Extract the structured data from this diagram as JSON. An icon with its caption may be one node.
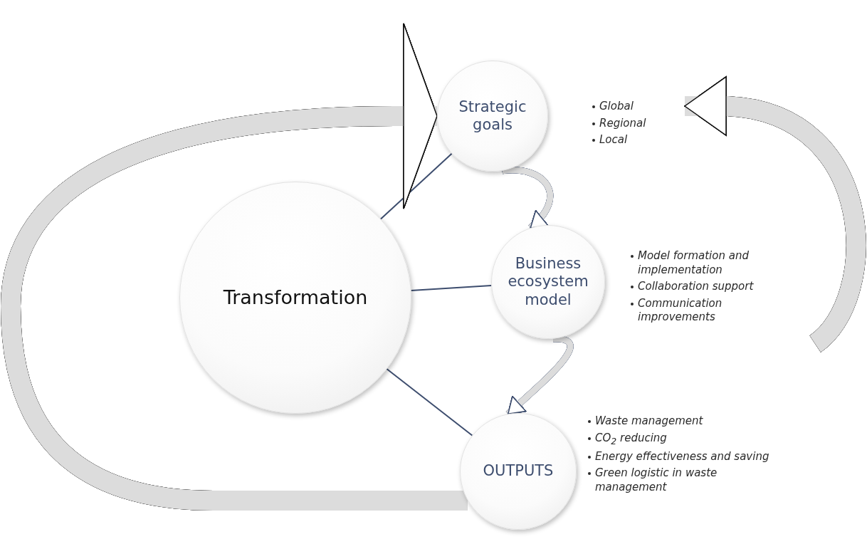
{
  "diagram": {
    "nodes": [
      {
        "text": [
          "Transformation"
        ]
      },
      {
        "text": [
          "Strategic goals"
        ]
      },
      {
        "text": [
          "Business ecosystem model"
        ]
      },
      {
        "text": [
          "OUTPUTS"
        ]
      },
      {
        "text": [
          "Global",
          "Regional",
          "Local"
        ]
      },
      {
        "text": [
          "Model formation and implementation",
          "Collaboration support",
          "Communication improvements"
        ]
      },
      {
        "text": [
          "Waste management",
          "CO$_{2}$ reducing",
          "Energy effectiveness and saving",
          "Green logistic in waste management"
        ]
      }
    ],
    "edges": [
      {
        "from": 0,
        "to": 1,
        "arrow": "none",
        "color": "#3d4d6e"
      },
      {
        "from": 0,
        "to": 2,
        "arrow": "none",
        "color": "#3d4d6e"
      },
      {
        "from": 0,
        "to": 3,
        "arrow": "none",
        "color": "#3d4d6e"
      },
      {
        "from": 1,
        "to": 2,
        "arrow": "to"
      },
      {
        "from": 2,
        "to": 3,
        "arrow": "to"
      },
      {
        "from": 3,
        "to": 1,
        "arrow": "to",
        "style": "thick"
      },
      {
        "from": 5,
        "to": 4,
        "arrow": "to",
        "style": "thick"
      }
    ]
  }
}
